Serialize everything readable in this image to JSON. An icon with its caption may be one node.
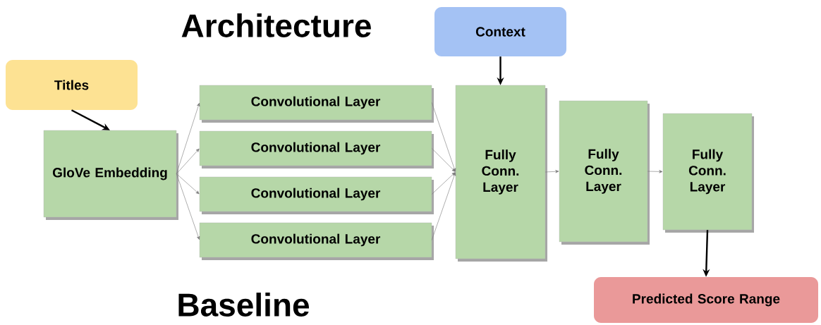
{
  "diagram": {
    "title": "Architecture",
    "nodes": [
      {
        "text": [
          "Titles"
        ]
      },
      {
        "text": [
          "GloVe Embedding"
        ]
      },
      {
        "text": [
          "Convolutional Layer"
        ]
      },
      {
        "text": [
          "Convolutional Layer"
        ]
      },
      {
        "text": [
          "Convolutional Layer"
        ]
      },
      {
        "text": [
          "Convolutional Layer"
        ]
      },
      {
        "text": [
          "Context"
        ]
      },
      {
        "text": [
          "Fully Conn. Layer"
        ]
      },
      {
        "text": [
          "Fully Conn. Layer"
        ]
      },
      {
        "text": [
          "Fully Conn. Layer"
        ]
      },
      {
        "text": [
          "Predicted Score Range"
        ]
      }
    ],
    "edges": [
      {
        "from": 0,
        "to": 1,
        "arrow": "to",
        "style": "thick",
        "color": "#000000"
      },
      {
        "from": 1,
        "to": 2,
        "arrow": "to"
      },
      {
        "from": 1,
        "to": 3,
        "arrow": "to"
      },
      {
        "from": 1,
        "to": 4,
        "arrow": "to"
      },
      {
        "from": 1,
        "to": 5,
        "arrow": "to"
      },
      {
        "from": 2,
        "to": 7,
        "arrow": "to"
      },
      {
        "from": 3,
        "to": 7,
        "arrow": "to"
      },
      {
        "from": 4,
        "to": 7,
        "arrow": "to"
      },
      {
        "from": 5,
        "to": 7,
        "arrow": "to"
      },
      {
        "from": 6,
        "to": 7,
        "arrow": "to",
        "style": "thick",
        "color": "#000000"
      },
      {
        "from": 7,
        "to": 8,
        "arrow": "to"
      },
      {
        "from": 8,
        "to": 9,
        "arrow": "to"
      },
      {
        "from": 9,
        "to": 10,
        "arrow": "to",
        "style": "thick",
        "color": "#000000"
      }
    ],
    "labels": [
      "Baseline"
    ]
  }
}
